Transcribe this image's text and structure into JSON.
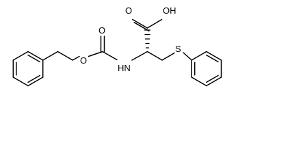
{
  "structure": {
    "atoms": {
      "carbonyl_oxygen": "O",
      "ester_oxygen": "O",
      "nitrogen": "HN",
      "sulfur": "S",
      "hydroxyl": "OH"
    },
    "stereo_bond": "hashed-wedge",
    "colors": {
      "bond": "#000000",
      "label": "#000000",
      "background": "#ffffff"
    }
  }
}
